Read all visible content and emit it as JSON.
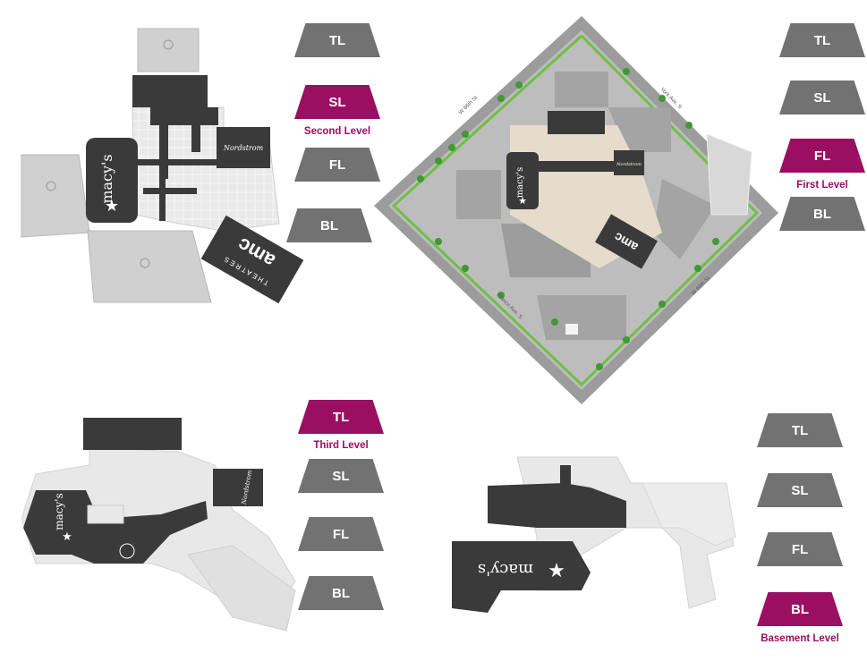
{
  "colors": {
    "active": "#9b0f62",
    "inactive": "#727272",
    "store_dark": "#3a3a3a",
    "mall_light": "#dcdcdc",
    "parking": "#c4c4c4",
    "green": "#6fbf47"
  },
  "panels": [
    {
      "id": "second-level",
      "buttons": [
        {
          "label": "TL",
          "active": false
        },
        {
          "label": "SL",
          "active": true
        },
        {
          "label": "FL",
          "active": false
        },
        {
          "label": "BL",
          "active": false
        }
      ],
      "caption": "Second Level",
      "brands": {
        "macys": "macy's",
        "nordstrom": "Nordstrom",
        "amc": "amc",
        "amc_sub": "THEATRES"
      }
    },
    {
      "id": "first-level",
      "buttons": [
        {
          "label": "TL",
          "active": false
        },
        {
          "label": "SL",
          "active": false
        },
        {
          "label": "FL",
          "active": true
        },
        {
          "label": "BL",
          "active": false
        }
      ],
      "caption": "First Level",
      "brands": {
        "macys": "macy's",
        "nordstrom": "Nordstrom",
        "amc": "amc"
      },
      "streets": [
        "France Ave. S",
        "W 69th St.",
        "York Ave. S",
        "W 66th St."
      ]
    },
    {
      "id": "third-level",
      "buttons": [
        {
          "label": "TL",
          "active": true
        },
        {
          "label": "SL",
          "active": false
        },
        {
          "label": "FL",
          "active": false
        },
        {
          "label": "BL",
          "active": false
        }
      ],
      "caption": "Third Level",
      "brands": {
        "macys": "macy's",
        "nordstrom": "Nordstrom"
      }
    },
    {
      "id": "basement-level",
      "buttons": [
        {
          "label": "TL",
          "active": false
        },
        {
          "label": "SL",
          "active": false
        },
        {
          "label": "FL",
          "active": false
        },
        {
          "label": "BL",
          "active": true
        }
      ],
      "caption": "Basement Level",
      "brands": {
        "macys": "macy's"
      }
    }
  ]
}
